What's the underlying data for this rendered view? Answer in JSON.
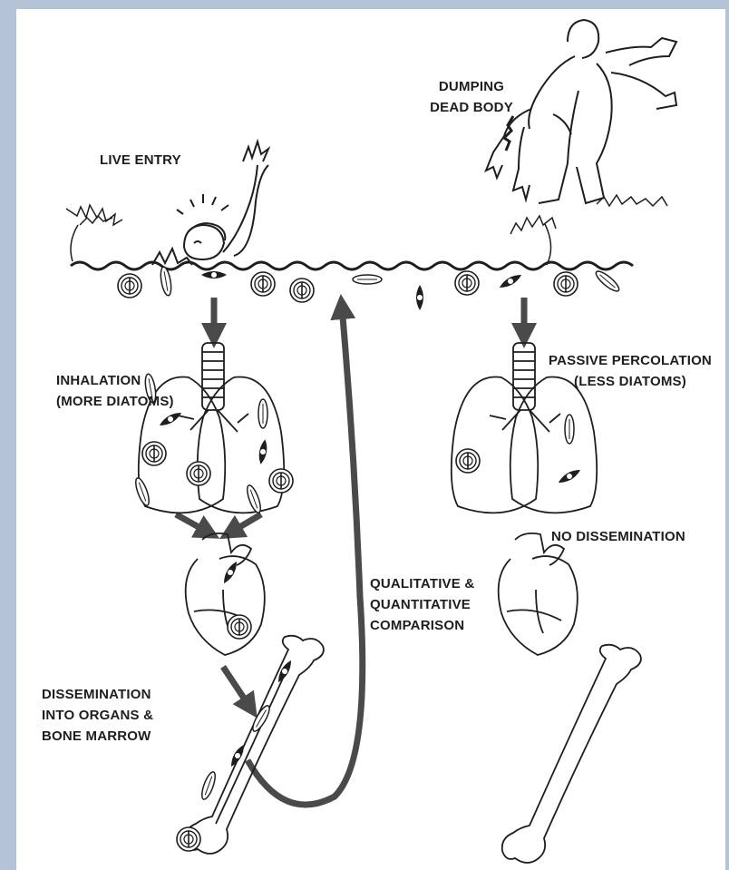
{
  "labels": {
    "dumping": [
      "DUMPING",
      "DEAD BODY"
    ],
    "live_entry": "LIVE ENTRY",
    "inhalation": [
      "INHALATION",
      "(MORE DIATOMS)"
    ],
    "percolation": [
      "PASSIVE PERCOLATION",
      "(LESS DIATOMS)"
    ],
    "comparison": [
      "QUALITATIVE &",
      "QUANTITATIVE",
      "COMPARISON"
    ],
    "no_dissemination": "NO DISSEMINATION",
    "dissemination": [
      "DISSEMINATION",
      "INTO ORGANS &",
      "BONE MARROW"
    ]
  },
  "colors": {
    "ink": "#1e1e1e",
    "arrow": "#4a4a4a",
    "frame": "#b4c3d6",
    "paper": "#ffffff"
  },
  "diatoms": {
    "water": [
      "round",
      "elongated",
      "spindle",
      "round",
      "round",
      "elongated",
      "spindle",
      "round",
      "spindle",
      "round",
      "elongated"
    ],
    "left_lungs": [
      "spindle",
      "round",
      "round",
      "elongated",
      "elongated",
      "spindle",
      "elongated",
      "round",
      "elongated"
    ],
    "left_heart": [
      "spindle",
      "round"
    ],
    "left_bone": [
      "spindle",
      "elongated",
      "spindle",
      "elongated",
      "round"
    ],
    "right_lungs": [
      "round",
      "elongated",
      "spindle"
    ]
  }
}
